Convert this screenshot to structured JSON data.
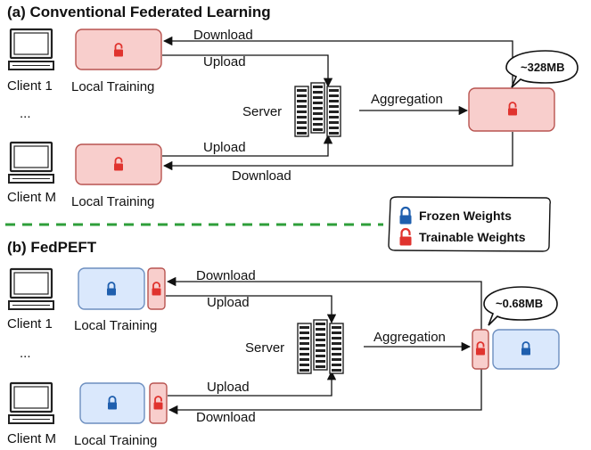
{
  "section_a": {
    "title": "(a) Conventional Federated Learning",
    "client_1_label": "Client 1",
    "client_m_label": "Client M",
    "ellipsis": "...",
    "local_training_label": "Local Training",
    "download_label": "Download",
    "upload_label": "Upload",
    "server_label": "Server",
    "aggregation_label": "Aggregation",
    "size_callout": "~328MB"
  },
  "legend": {
    "frozen_label": "Frozen Weights",
    "trainable_label": "Trainable Weights"
  },
  "section_b": {
    "title": "(b) FedPEFT",
    "client_1_label": "Client 1",
    "client_m_label": "Client M",
    "ellipsis": "...",
    "local_training_label": "Local Training",
    "download_label": "Download",
    "upload_label": "Upload",
    "server_label": "Server",
    "aggregation_label": "Aggregation",
    "size_callout": "~0.68MB"
  },
  "colors": {
    "trainable_fill": "#f8cecc",
    "trainable_stroke": "#b85450",
    "frozen_fill": "#dae8fc",
    "frozen_stroke": "#6c8ebf",
    "lock_red": "#e0332e",
    "lock_blue": "#1f5fae",
    "divider_green": "#2e9e3a"
  }
}
